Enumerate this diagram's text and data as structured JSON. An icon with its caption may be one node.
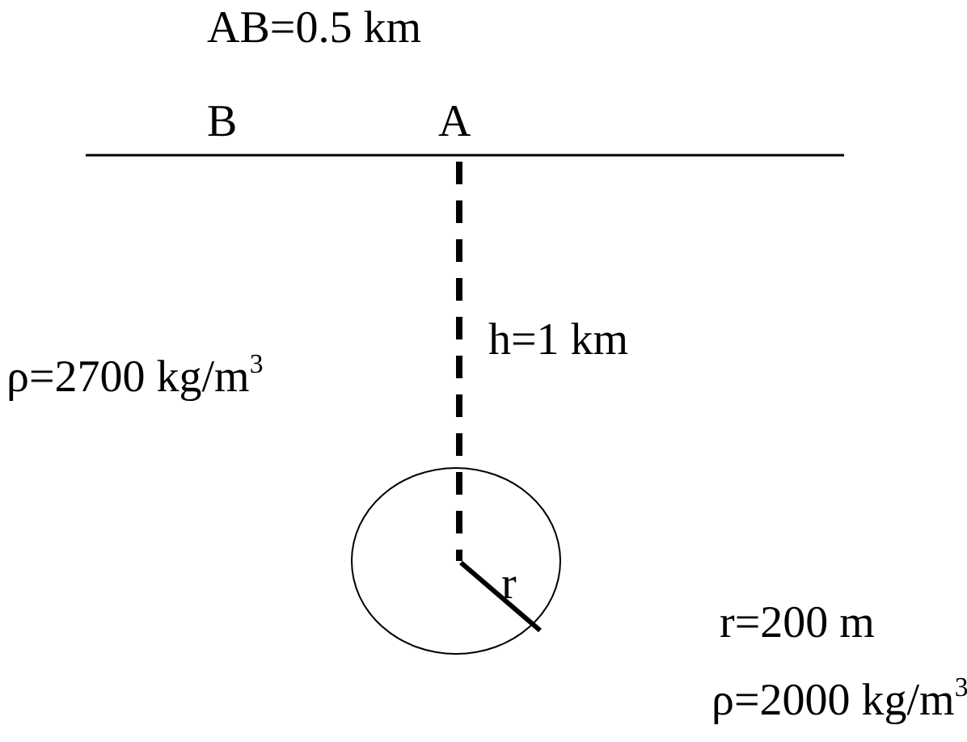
{
  "diagram": {
    "nodes": [
      {
        "text": [
          "r"
        ],
        "beside": [
          "r=200 m",
          "ρ=2000 kg/m$^{3}$"
        ]
      }
    ],
    "labels": [
      "AB=0.5 km",
      "B",
      "A",
      "h=1 km",
      "ρ=2700 kg/m$^{3}$"
    ]
  }
}
